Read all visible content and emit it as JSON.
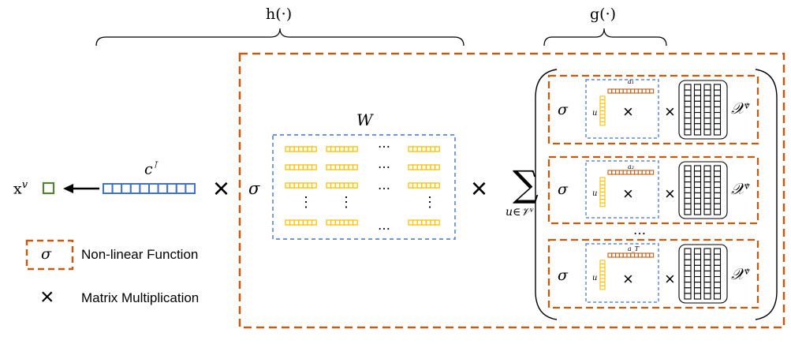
{
  "brace_labels": {
    "h": "h(·)",
    "g": "g(·)"
  },
  "output": {
    "x_label": "x",
    "x_sup": "v",
    "c_label": "c",
    "c_sup": "⊺"
  },
  "operators": {
    "times": "×",
    "sigma": "σ"
  },
  "weight_matrix": {
    "label": "W",
    "dots_h": "…",
    "dots_v": "⋮"
  },
  "summation": {
    "symbol": "∑",
    "subscript": "u∈𝒱ᵛ"
  },
  "rows": [
    {
      "a_label": "a₁",
      "u_label": "u",
      "X_label": "𝒳ᵛ"
    },
    {
      "a_label": "a₂",
      "u_label": "u",
      "X_label": "𝒳ᵛ"
    },
    {
      "a_label": "a_T",
      "u_label": "u",
      "X_label": "𝒳ᵛ"
    }
  ],
  "rows_dots": "…",
  "legend": {
    "sigma_symbol": "σ",
    "nonlinear_label": "Non-linear Function",
    "times_symbol": "×",
    "matmul_label": "Matrix Multiplication"
  },
  "colors": {
    "orange": "#c55a11",
    "blue": "#4472c4",
    "yellow": "#ffc000",
    "green": "#548235",
    "legend_bg": "#d5dbe4"
  }
}
